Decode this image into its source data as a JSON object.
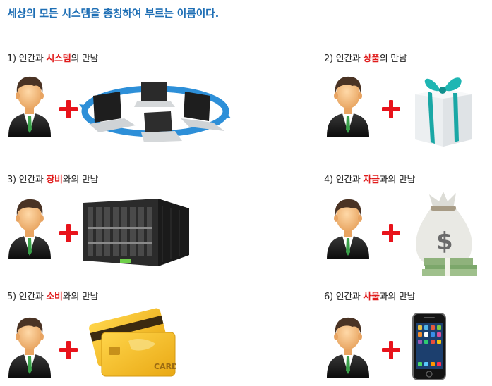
{
  "header": {
    "title": "세상의 모든 시스템을 총칭하여 부르는 이름이다."
  },
  "items": [
    {
      "prefix": "1) 인간과 ",
      "highlight": "시스템",
      "suffix": "의 만남",
      "object_icon": "network-laptops-icon"
    },
    {
      "prefix": "2) 인간과 ",
      "highlight": "상품",
      "suffix": "의 만남",
      "object_icon": "gift-box-icon"
    },
    {
      "prefix": "3) 인간과 ",
      "highlight": "장비",
      "suffix": "와의 만남",
      "object_icon": "server-rack-icon"
    },
    {
      "prefix": "4) 인간과 ",
      "highlight": "자금",
      "suffix": "과의 만남",
      "object_icon": "money-bag-icon"
    },
    {
      "prefix": "5) 인간과 ",
      "highlight": "소비",
      "suffix": "와의 만남",
      "object_icon": "credit-card-icon",
      "card_text": "CARD"
    },
    {
      "prefix": "6) 인간과 ",
      "highlight": "사물",
      "suffix": "과의 만남",
      "object_icon": "smartphone-icon"
    }
  ],
  "colors": {
    "title": "#1f6fb5",
    "highlight": "#e01b1b",
    "plus": "#e8131b"
  }
}
